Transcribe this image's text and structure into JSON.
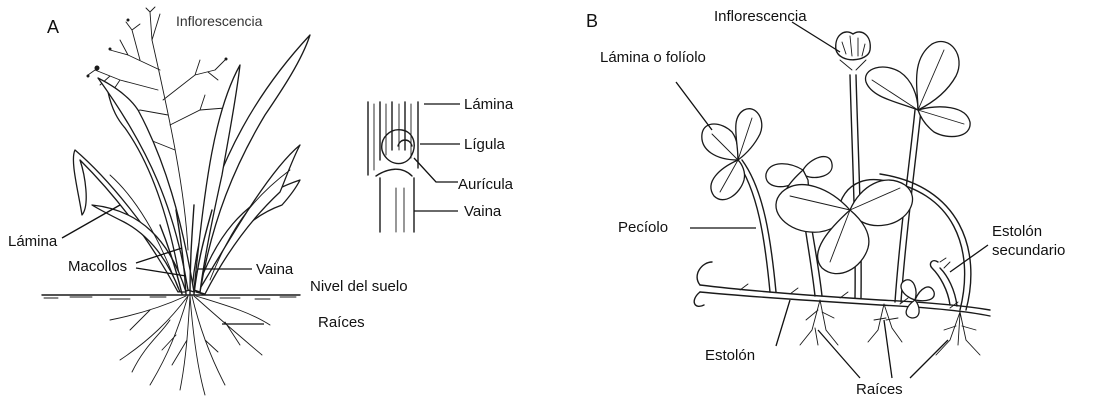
{
  "panel_a": {
    "letter": "A",
    "labels": {
      "inflorescence": "Inflorescencia",
      "leaf_blade": "Lámina",
      "tillers": "Macollos",
      "sheath": "Vaina",
      "ground_level": "Nivel del suelo",
      "roots": "Raíces"
    },
    "detail": {
      "blade": "Lámina",
      "ligule": "Lígula",
      "auricle": "Aurícula",
      "sheath": "Vaina"
    }
  },
  "panel_b": {
    "letter": "B",
    "labels": {
      "inflorescence": "Inflorescencia",
      "leaflet": "Lámina o folíolo",
      "petiole": "Pecíolo",
      "secondary_stolon_line1": "Estolón",
      "secondary_stolon_line2": "secundario",
      "stolon": "Estolón",
      "roots": "Raíces"
    }
  },
  "colors": {
    "ink": "#1a1a1a",
    "background": "#ffffff"
  }
}
